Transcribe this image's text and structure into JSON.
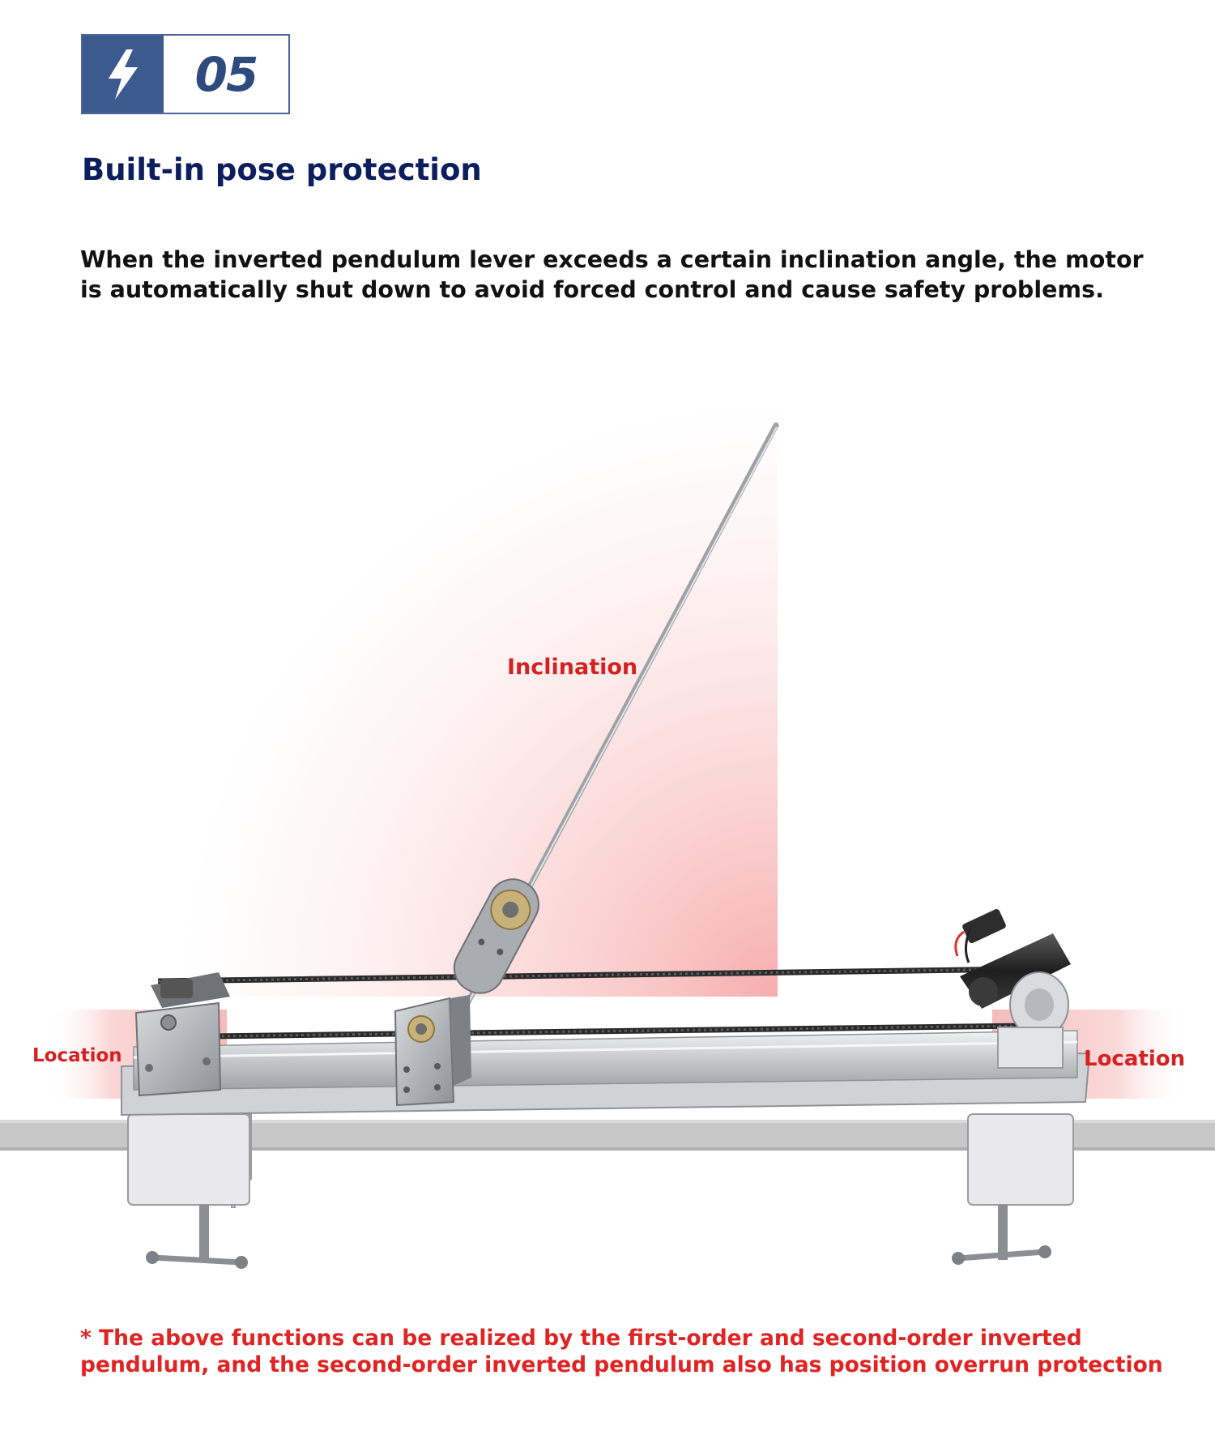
{
  "section_badge": {
    "number": "05",
    "icon": "lightning-bolt-icon"
  },
  "title": "Built-in pose protection",
  "description": "When the inverted pendulum lever exceeds a certain inclination angle, the motor is automatically shut down to avoid forced control and cause safety problems.",
  "diagram": {
    "inclination_label": "Inclination",
    "location_left_label": "Location",
    "location_right_label": "Location"
  },
  "footnote": "* The above functions can be realized by the first-order and second-order inverted pendulum, and the second-order inverted pendulum also has position overrun protection",
  "colors": {
    "badge_blue": "#3d5a8f",
    "title_navy": "#0d1e5e",
    "highlight_red": "#d42121"
  }
}
